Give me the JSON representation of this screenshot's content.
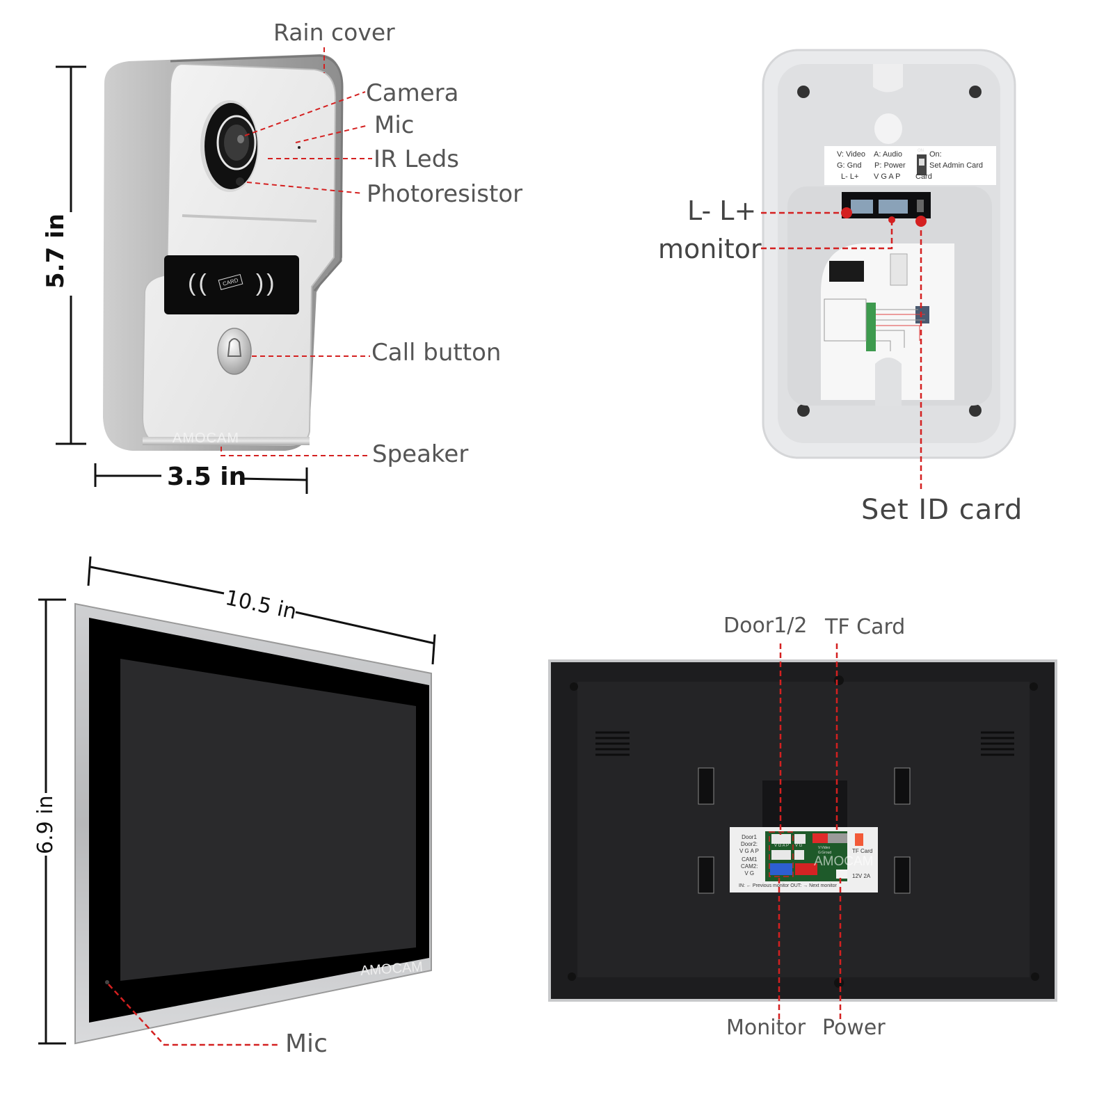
{
  "doorbell_front": {
    "callouts": {
      "rain_cover": "Rain cover",
      "camera": "Camera",
      "mic": "Mic",
      "ir_leds": "IR Leds",
      "photoresistor": "Photoresistor",
      "call_button": "Call button",
      "speaker": "Speaker"
    },
    "dimensions": {
      "height": "5.7 in",
      "width": "3.5 in"
    },
    "brand": "AMOCAM",
    "card_reader_text": "CARD"
  },
  "doorbell_back": {
    "legend": {
      "line1_left": "V: Video",
      "line1_mid": "A: Audio",
      "line1_right": "On:",
      "line2_left": "G: Gnd",
      "line2_mid": "P: Power",
      "line2_right": "Set Admin Card",
      "line3_left": "L-  L+",
      "line3_mid": "V  G  A  P",
      "line3_right": "Card",
      "switch_label": "ON"
    },
    "callouts": {
      "lock": "L-  L+",
      "monitor": "monitor",
      "set_id_card": "Set ID card"
    }
  },
  "monitor_front": {
    "dimensions": {
      "width": "10.5 in",
      "height": "6.9 in"
    },
    "callouts": {
      "mic": "Mic"
    },
    "brand": "AMOCAM"
  },
  "monitor_back": {
    "callouts": {
      "door": "Door1/2",
      "tf_card": "TF Card",
      "monitor": "Monitor",
      "power": "Power"
    },
    "label_panel": {
      "door_lines": [
        "Door1",
        "Door2:",
        "V G A P"
      ],
      "cam_lines": [
        "CAM1",
        "CAM2:",
        "V G"
      ],
      "tf_card": "TF Card",
      "power_spec": "12V 2A",
      "pcb_vgap": "V G A P",
      "pcb_vg": "V G",
      "pcb_legend": [
        "V:Video",
        "G:Groud"
      ],
      "footer": "IN: ← Previous monitor   OUT: → Next monitor"
    },
    "brand": "AMOCAM"
  },
  "colors": {
    "callout_line": "#d42020",
    "label_text": "#555555",
    "dim_text": "#111111"
  }
}
